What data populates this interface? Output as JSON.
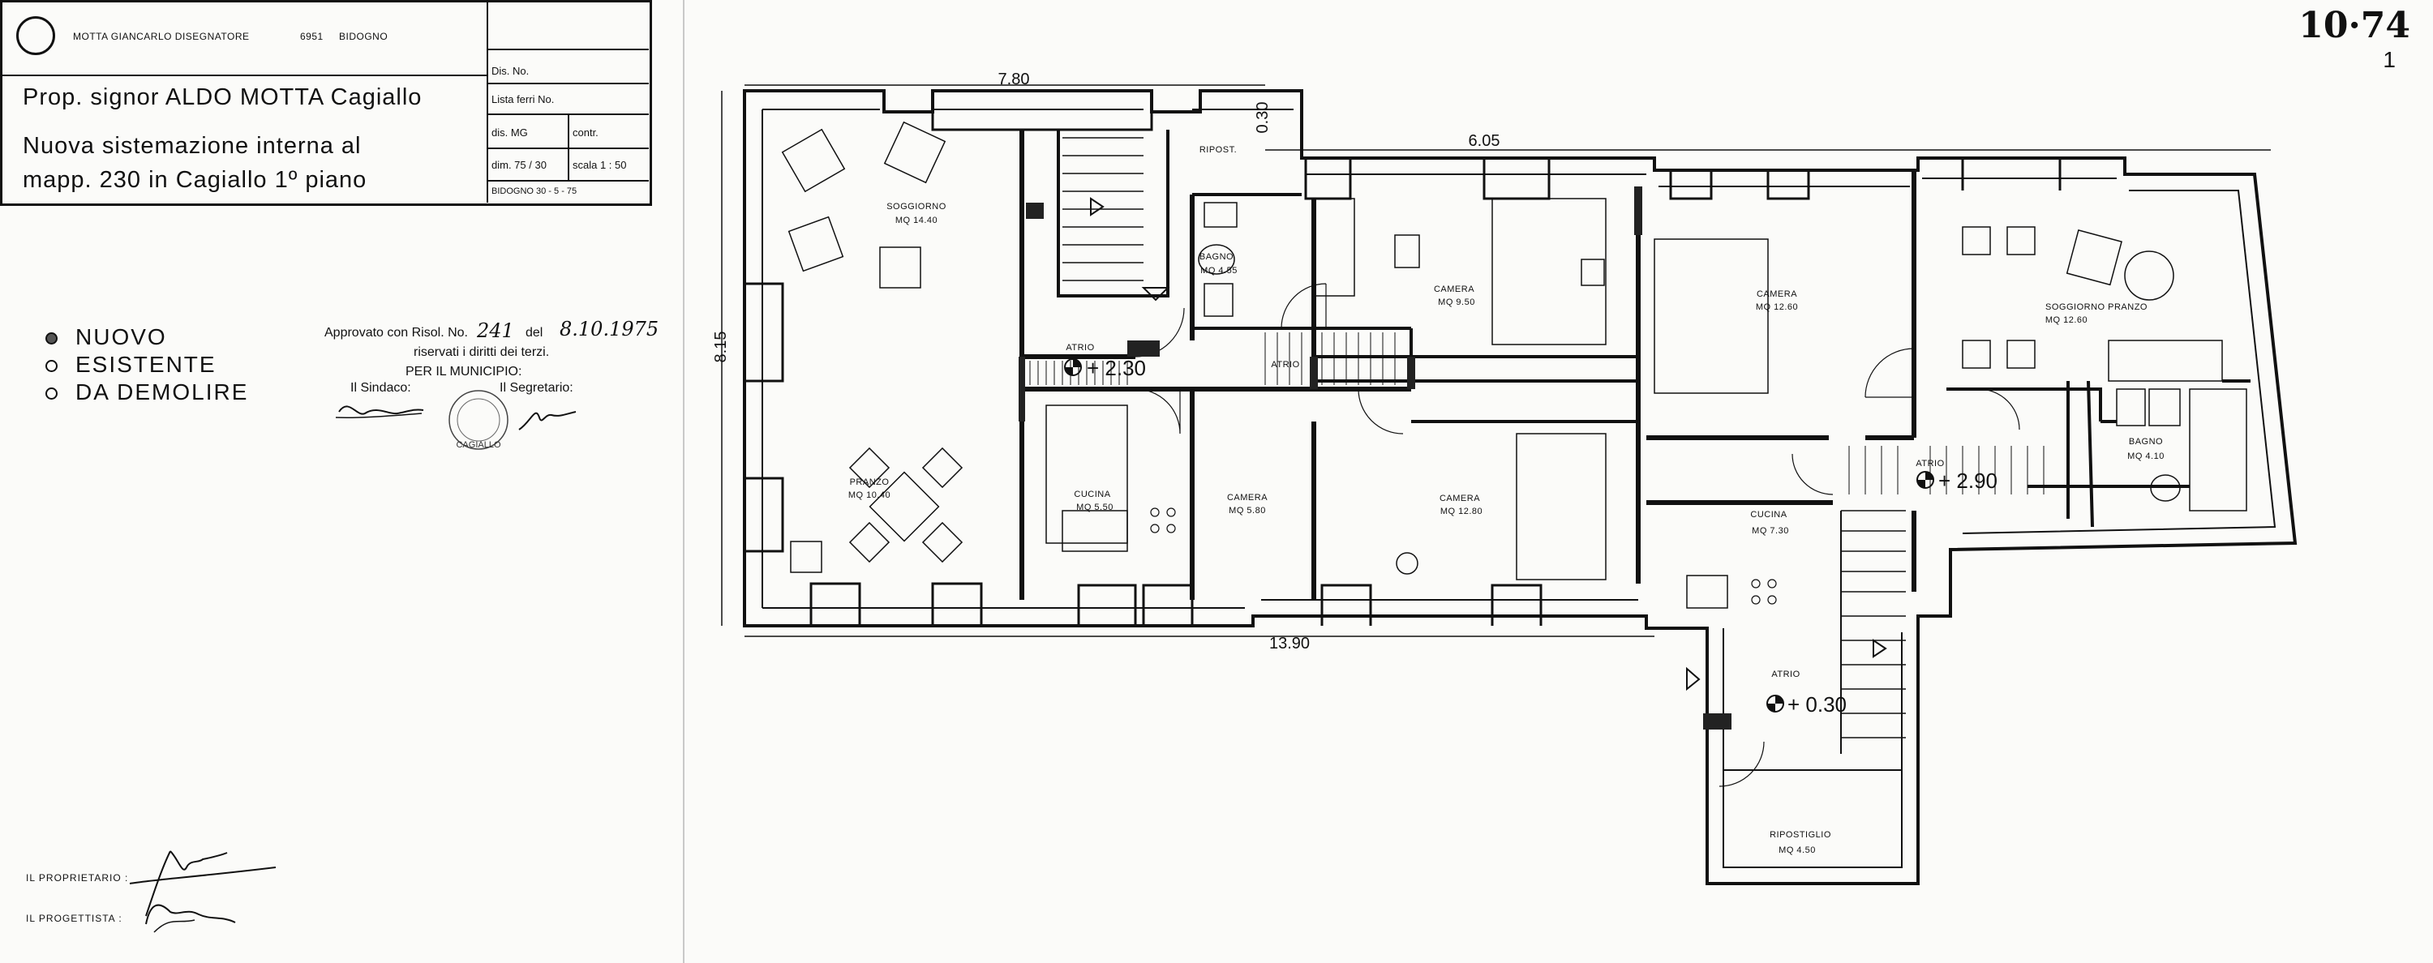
{
  "title_block": {
    "studio": "MOTTA GIANCARLO DISEGNATORE",
    "studio_postcode": "6951",
    "studio_town": "BIDOGNO",
    "drawing_number": "10·74",
    "dis_no_label": "Dis. No.",
    "dis_no_value": "1",
    "owner_line": "Prop. signor  ALDO MOTTA Cagiallo",
    "description_line1": "Nuova sistemazione interna al",
    "description_line2": "mapp. 230 in Cagiallo   1º  piano",
    "lista_ferri_label": "Lista ferri No.",
    "dis_label": "dis. MG",
    "contr_label": "contr.",
    "dim_label": "dim.  75 / 30",
    "scala_label": "scala   1 : 50",
    "date_line": "BIDOGNO    30 - 5 - 75"
  },
  "legend": [
    {
      "label": "NUOVO",
      "symbol": "filled-circle-icon"
    },
    {
      "label": "ESISTENTE",
      "symbol": "open-circle-icon"
    },
    {
      "label": "DA DEMOLIRE",
      "symbol": "open-circle-icon"
    }
  ],
  "approval": {
    "line1_prefix": "Approvato con Risol. No.",
    "risol_no": "241",
    "line1_del": "del",
    "risol_date": "8.10.1975",
    "line2": "riservati i diritti dei terzi.",
    "line3": "PER IL MUNICIPIO:",
    "sindaco": "Il Sindaco:",
    "segretario": "Il Segretario:",
    "stamp_text": "CAGIALLO"
  },
  "signatures": {
    "proprietario": "IL  PROPRIETARIO :",
    "progettista": "IL  PROGETTISTA :"
  },
  "plan": {
    "dimensions": {
      "top_left": "7.80",
      "top_right": "6.05",
      "left": "8.15",
      "bottom": "13.90",
      "small": "0.30"
    },
    "rooms": [
      {
        "name": "SOGGIORNO",
        "area": "MQ  14.40"
      },
      {
        "name": "PRANZO",
        "area": "MQ  10.40"
      },
      {
        "name": "RIPOST.",
        "area": ""
      },
      {
        "name": "BAGNO",
        "area": "MQ  4.55"
      },
      {
        "name": "ATRIO",
        "area": ""
      },
      {
        "name": "ATRIO",
        "area": ""
      },
      {
        "name": "CUCINA",
        "area": "MQ  5.50"
      },
      {
        "name": "CAMERA",
        "area": "MQ  5.80"
      },
      {
        "name": "CAMERA",
        "area": "MQ  9.50"
      },
      {
        "name": "CAMERA",
        "area": "MQ  12.80"
      },
      {
        "name": "CAMERA",
        "area": "MQ  12.60"
      },
      {
        "name": "CUCINA",
        "area": "MQ  7.30"
      },
      {
        "name": "SOGGIORNO   PRANZO",
        "area": "MQ              12.60"
      },
      {
        "name": "BAGNO",
        "area": "MQ  4.10"
      },
      {
        "name": "ATRIO",
        "area": ""
      },
      {
        "name": "ATRIO",
        "area": ""
      },
      {
        "name": "RIPOSTIGLIO",
        "area": "MQ      4.50"
      }
    ],
    "levels": [
      "+ 2.30",
      "+ 2.90",
      "+ 0.30"
    ]
  }
}
